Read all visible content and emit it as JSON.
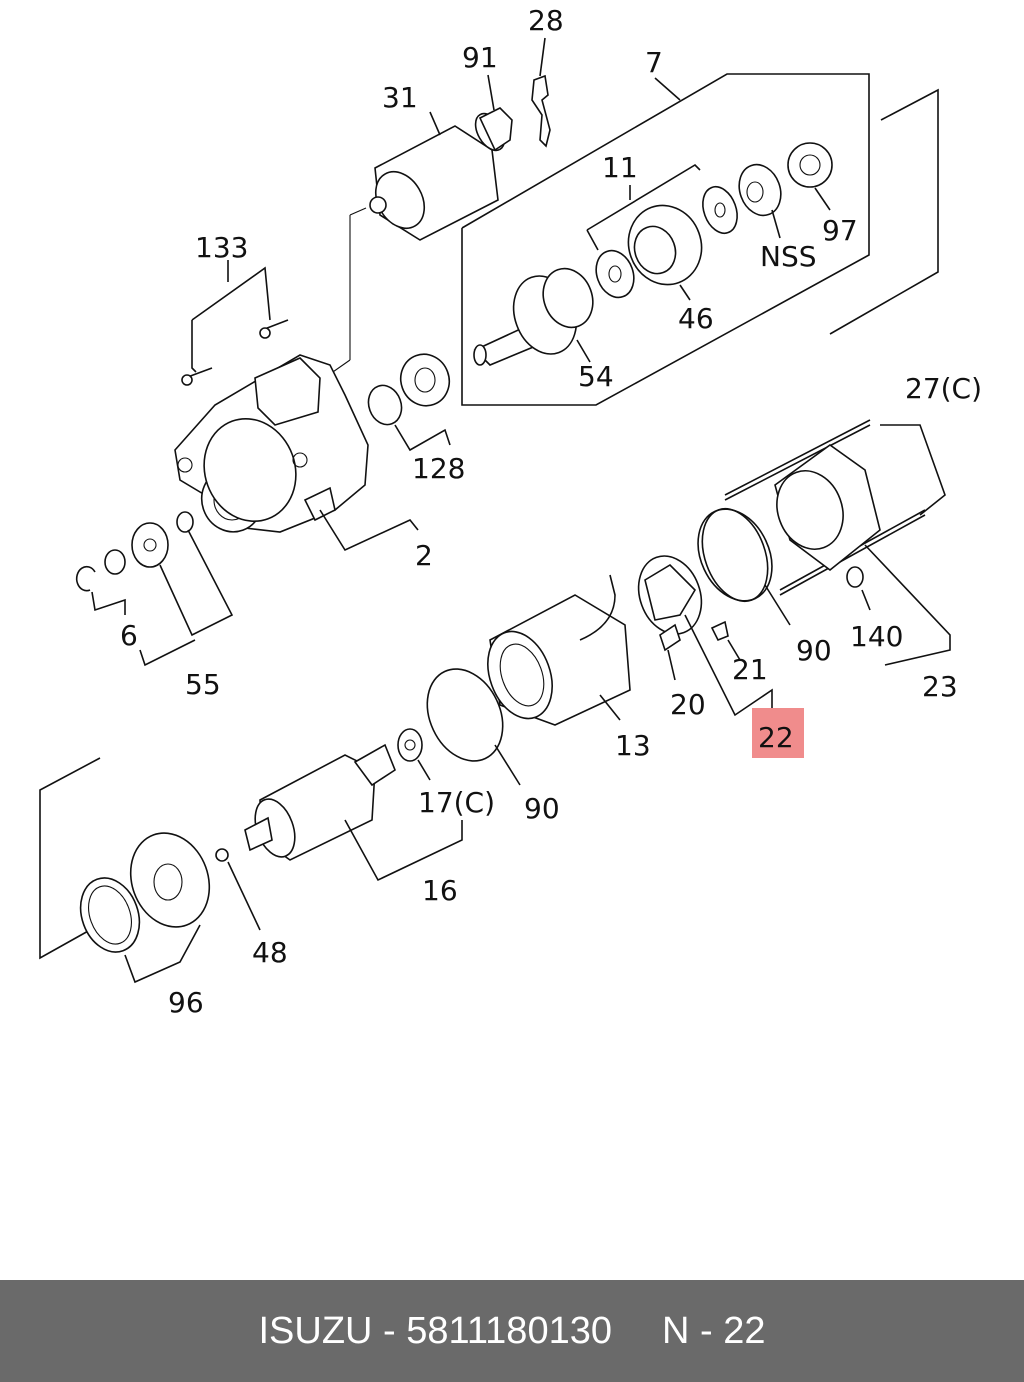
{
  "labels": {
    "p28": "28",
    "p91": "91",
    "p7": "7",
    "p31": "31",
    "p11": "11",
    "p97": "97",
    "nss": "NSS",
    "p133": "133",
    "p46": "46",
    "p54": "54",
    "p128": "128",
    "p2": "2",
    "p27c": "27(C)",
    "p6": "6",
    "p55": "55",
    "p90a": "90",
    "p140": "140",
    "p21": "21",
    "p23": "23",
    "p20": "20",
    "p22": "22",
    "p13": "13",
    "p17c": "17(C)",
    "p90b": "90",
    "p16": "16",
    "p48": "48",
    "p96": "96"
  },
  "highlight": {
    "label": "22",
    "color": "#f08c8c"
  },
  "footer": {
    "brand": "ISUZU",
    "separator": " - ",
    "part_number": "5811180130",
    "ref_prefix": "N",
    "ref_separator": " - ",
    "ref_number": "22"
  }
}
